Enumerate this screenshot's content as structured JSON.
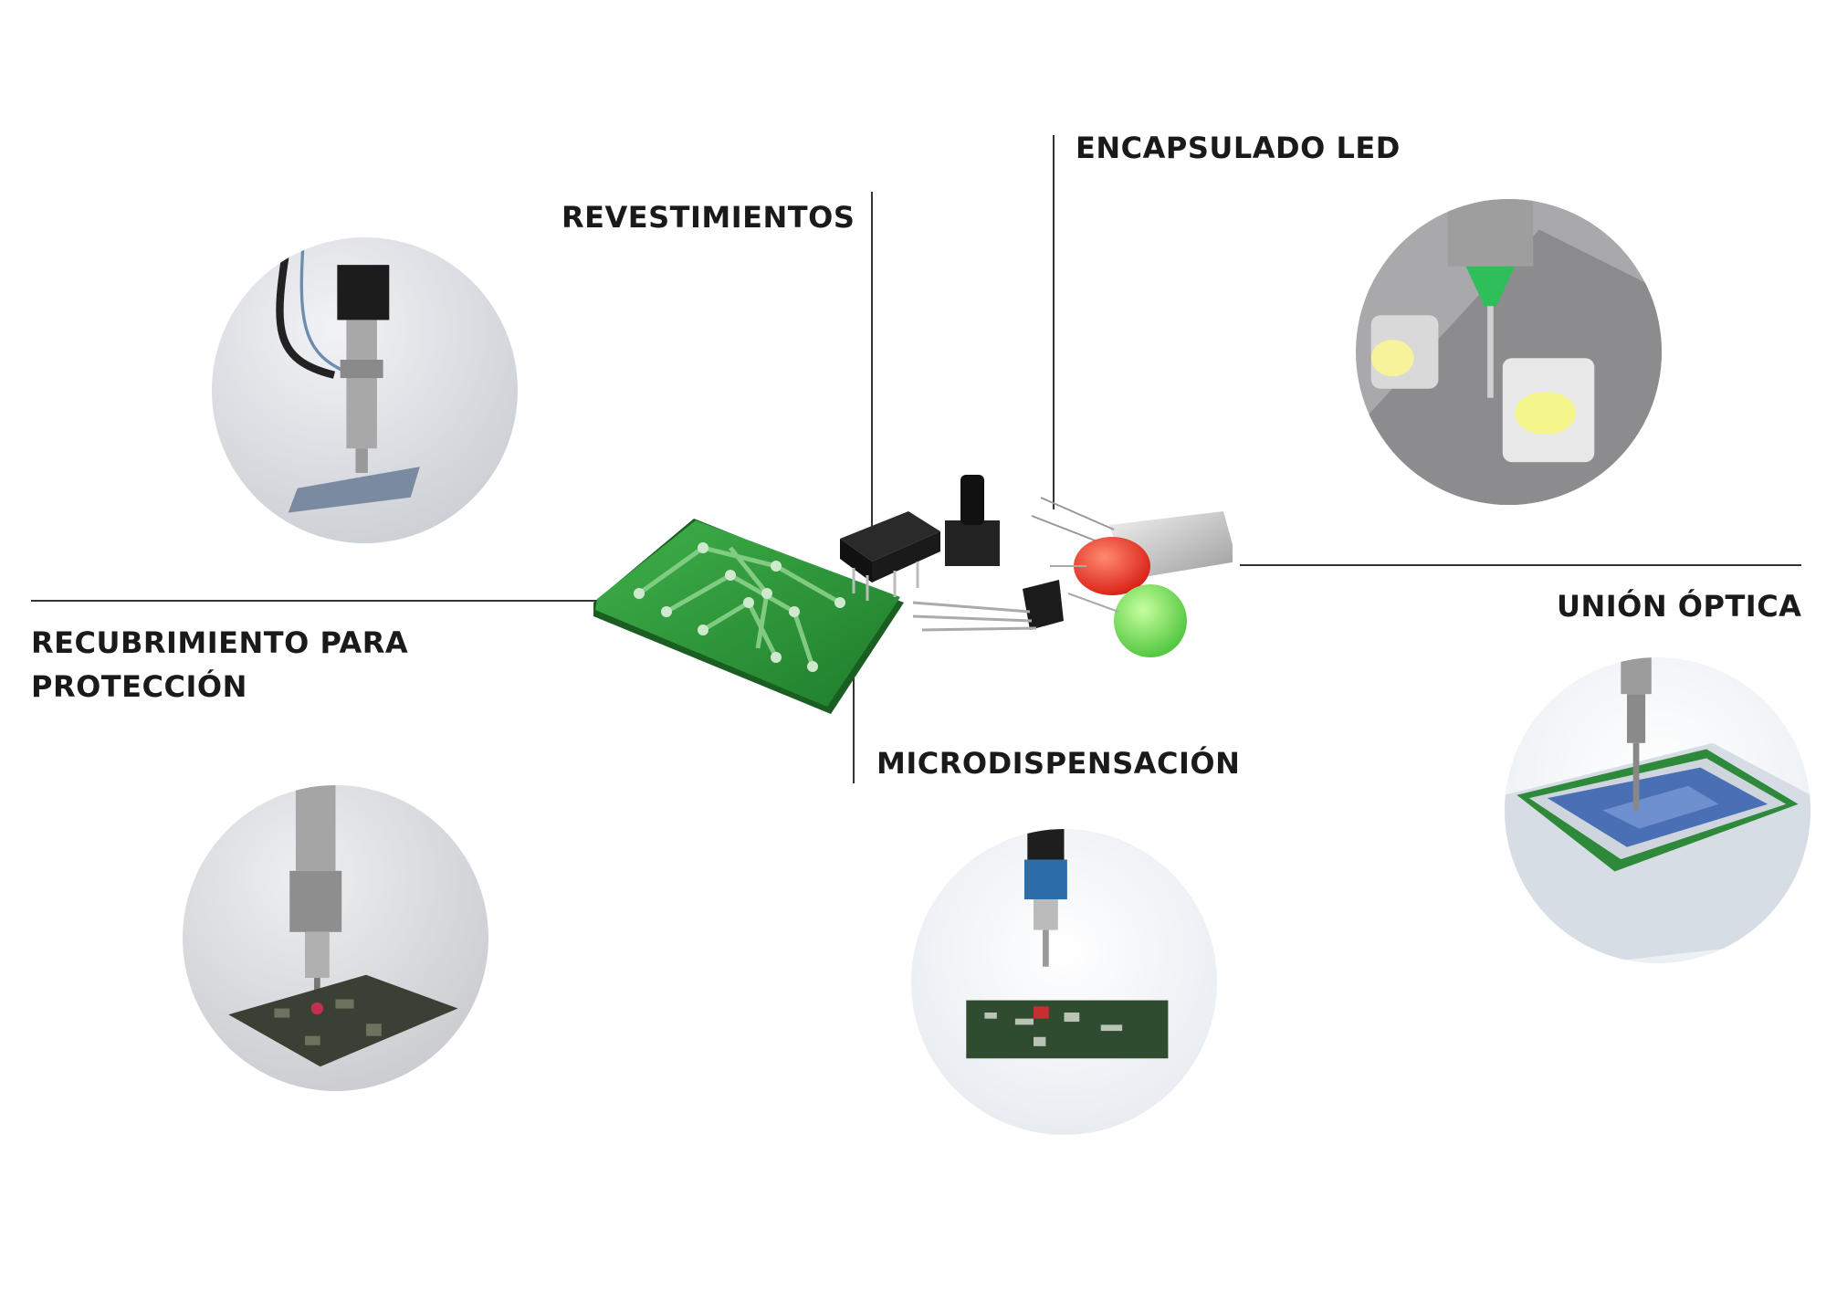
{
  "labels": {
    "revestimientos": "REVESTIMIENTOS",
    "encapsulado": "ENCAPSULADO LED",
    "recubrimiento_1": "RECUBRIMIENTO PARA",
    "recubrimiento_2": "PROTECCIÓN",
    "microdispensacion": "MICRODISPENSACIÓN",
    "union_optica": "UNIÓN ÓPTICA"
  },
  "colors": {
    "pcb_green": "#2e9d3a",
    "led_red": "#e8261c",
    "led_green": "#6fd650",
    "line": "#333333"
  }
}
